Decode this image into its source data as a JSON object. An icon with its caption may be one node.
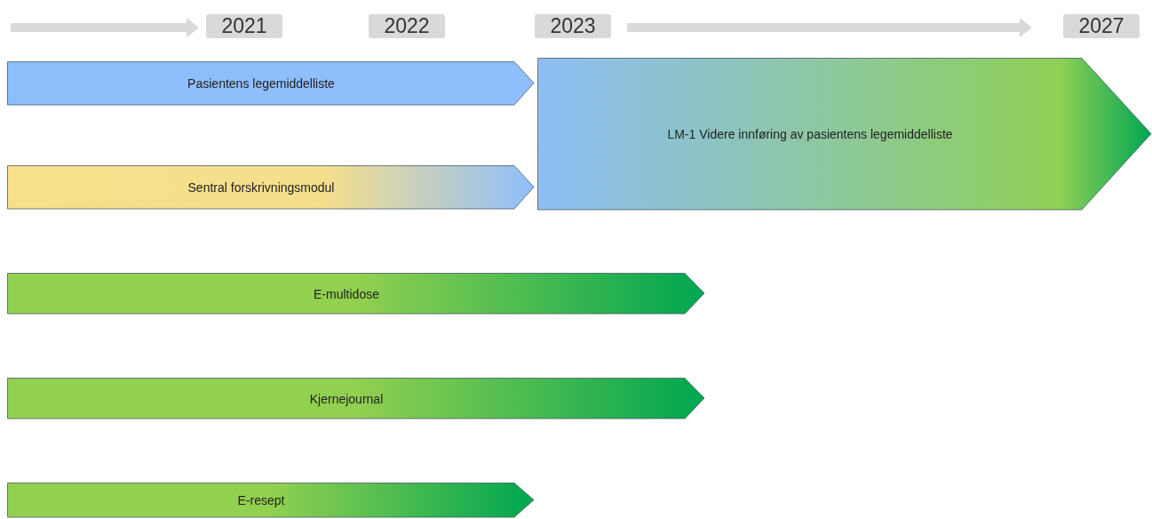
{
  "diagram": {
    "nodes": [
      {
        "text": [
          "2021"
        ]
      },
      {
        "text": [
          "2022"
        ]
      },
      {
        "text": [
          "2023"
        ]
      },
      {
        "text": [
          "2027"
        ]
      },
      {
        "text": [
          "Pasientens legemiddelliste"
        ]
      },
      {
        "text": [
          "Sentral forskrivningsmodul"
        ]
      },
      {
        "text": [
          "LM-1 Videre innføring av pasientens legemiddelliste"
        ]
      },
      {
        "text": [
          "E-multidose"
        ]
      },
      {
        "text": [
          "Kjernejournal"
        ]
      },
      {
        "text": [
          "E-resept"
        ]
      }
    ]
  }
}
